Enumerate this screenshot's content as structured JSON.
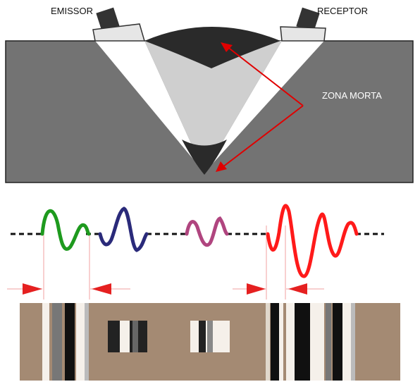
{
  "labels": {
    "emitter": "EMISSOR",
    "receiver": "RECEPTOR",
    "dead_zone": "ZONA MORTA"
  },
  "colors": {
    "specimen": "#737373",
    "beam_edge": "#ffffff",
    "beam_core": "#cfcfcf",
    "dead_zone": "#2a2a2a",
    "arrows": "#e00000",
    "wave_1": "#1e9a1e",
    "wave_2": "#2a2a7a",
    "wave_3": "#b0457f",
    "wave_4": "#ff1a1a",
    "film": "#a48a73"
  },
  "icons": {
    "emitter": "probe-icon",
    "receiver": "probe-icon"
  }
}
